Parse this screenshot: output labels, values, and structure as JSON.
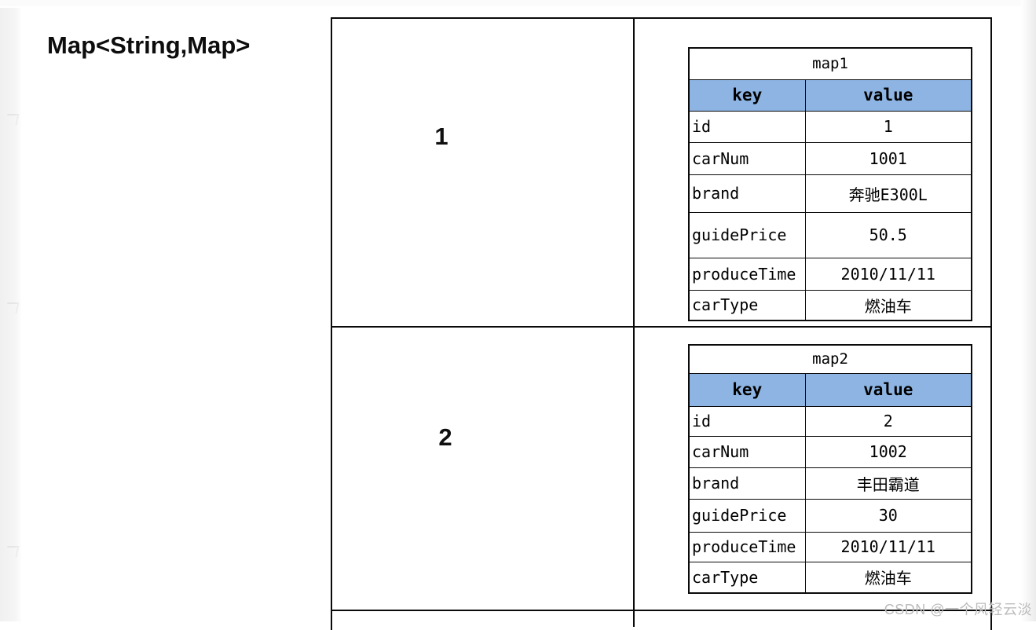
{
  "page": {
    "title": "Map<String,Map>",
    "watermark": "CSDN @一个风轻云淡"
  },
  "colors": {
    "header_bg": "#8DB4E2",
    "table_border": "#0A0A0A",
    "watermark_text": "#BCBCBC"
  },
  "outer_table": {
    "rows": [
      {
        "index": "1",
        "map_name": "map1"
      },
      {
        "index": "2",
        "map_name": "map2"
      }
    ]
  },
  "maps": [
    {
      "name": "map1",
      "headers": {
        "key": "key",
        "value": "value"
      },
      "entries": [
        {
          "key": "id",
          "value": "1"
        },
        {
          "key": "carNum",
          "value": "1001"
        },
        {
          "key": "brand",
          "value": "奔驰E300L"
        },
        {
          "key": "guidePrice",
          "value": "50.5"
        },
        {
          "key": "produceTime",
          "value": "2010/11/11"
        },
        {
          "key": "carType",
          "value": "燃油车"
        }
      ]
    },
    {
      "name": "map2",
      "headers": {
        "key": "key",
        "value": "value"
      },
      "entries": [
        {
          "key": "id",
          "value": "2"
        },
        {
          "key": "carNum",
          "value": "1002"
        },
        {
          "key": "brand",
          "value": "丰田霸道"
        },
        {
          "key": "guidePrice",
          "value": "30"
        },
        {
          "key": "produceTime",
          "value": "2010/11/11"
        },
        {
          "key": "carType",
          "value": "燃油车"
        }
      ]
    }
  ]
}
